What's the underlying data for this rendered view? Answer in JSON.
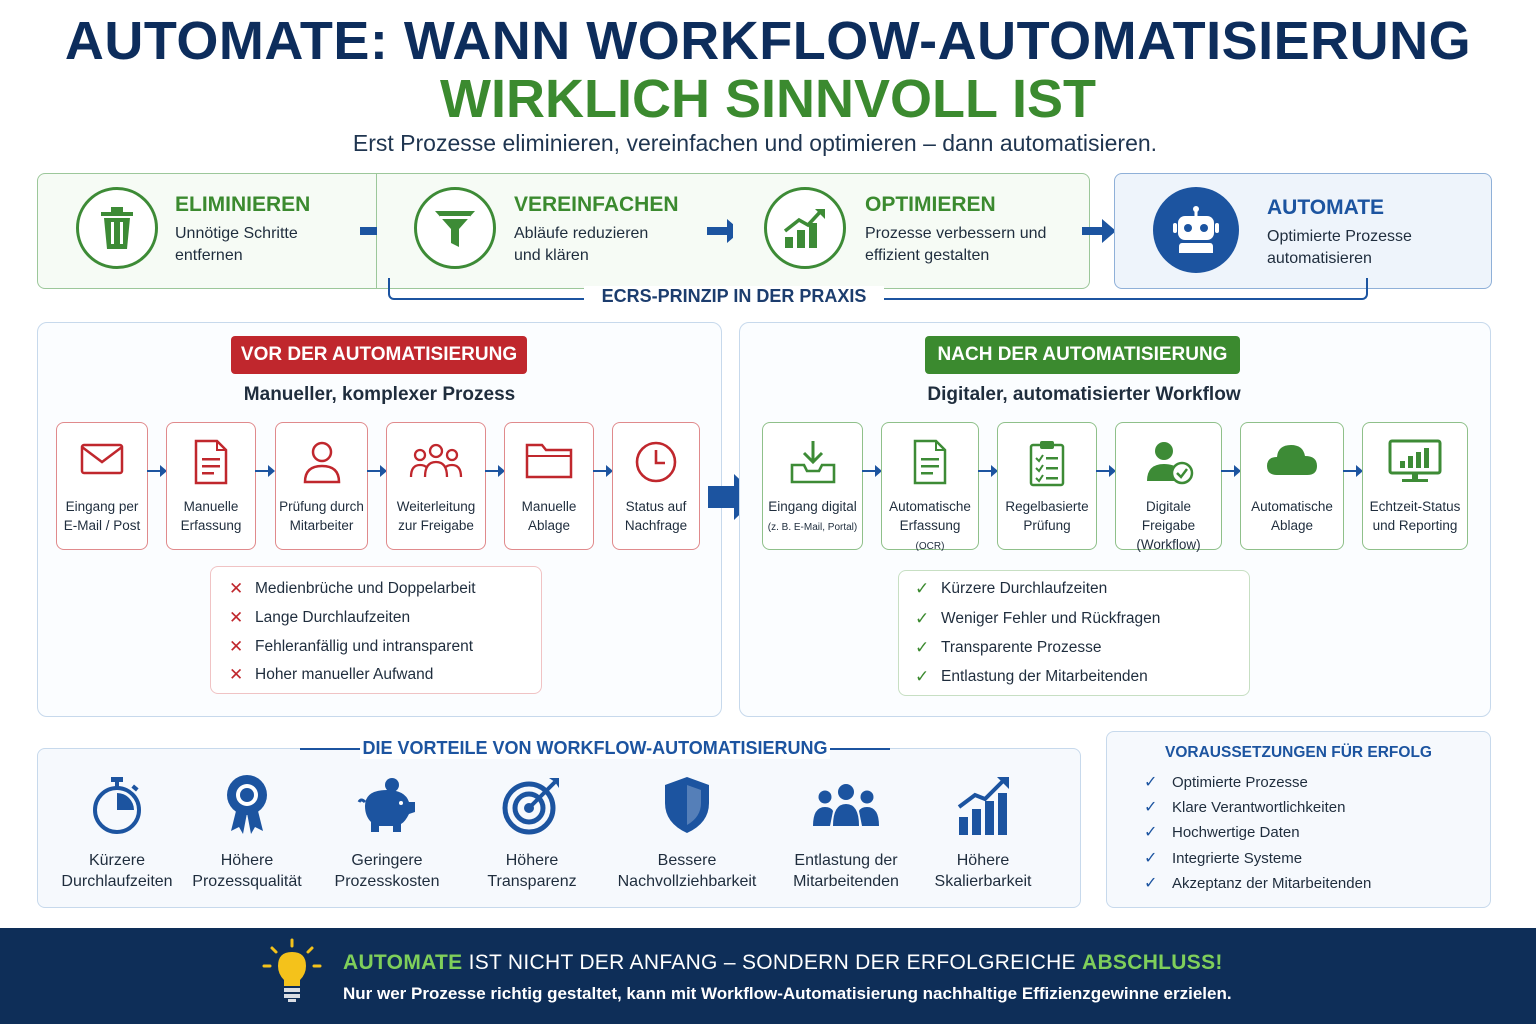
{
  "header": {
    "title_line1": "AUTOMATE: WANN WORKFLOW-AUTOMATISIERUNG",
    "title_line2": "WIRKLICH SINNVOLL IST",
    "subtitle": "Erst Prozesse eliminieren, vereinfachen und optimieren – dann automatisieren."
  },
  "ecrs": {
    "label": "ECRS-PRINZIP IN DER PRAXIS",
    "steps": [
      {
        "title": "ELIMINIEREN",
        "desc": "Unnötige Schritte entfernen",
        "icon": "trash-icon"
      },
      {
        "title": "VEREINFACHEN",
        "desc": "Abläufe reduzieren und klären",
        "icon": "funnel-icon"
      },
      {
        "title": "OPTIMIEREN",
        "desc": "Prozesse verbessern und effizient gestalten",
        "icon": "growth-chart-icon"
      },
      {
        "title": "AUTOMATE",
        "desc": "Optimierte Prozesse automatisieren",
        "icon": "robot-icon"
      }
    ]
  },
  "before": {
    "tag": "VOR DER AUTOMATISIERUNG",
    "subtitle": "Manueller, komplexer Prozess",
    "steps": [
      {
        "label": "Eingang per E-Mail / Post",
        "icon": "mail-icon"
      },
      {
        "label": "Manuelle Erfassung",
        "icon": "document-icon"
      },
      {
        "label": "Prüfung durch Mitarbeiter",
        "icon": "user-icon"
      },
      {
        "label": "Weiterleitung zur Freigabe",
        "icon": "group-icon"
      },
      {
        "label": "Manuelle Ablage",
        "icon": "folder-icon"
      },
      {
        "label": "Status auf Nachfrage",
        "icon": "clock-icon"
      }
    ],
    "issues": [
      "Medienbrüche und Doppelarbeit",
      "Lange Durchlaufzeiten",
      "Fehleranfällig und intransparent",
      "Hoher manueller Aufwand"
    ]
  },
  "after": {
    "tag": "NACH DER AUTOMATISIERUNG",
    "subtitle": "Digitaler, automatisierter Workflow",
    "steps": [
      {
        "label": "Eingang digital",
        "note": "(z. B. E-Mail, Portal)",
        "icon": "inbox-icon"
      },
      {
        "label": "Automatische Erfassung",
        "note": "(OCR)",
        "icon": "document-icon"
      },
      {
        "label": "Regelbasierte Prüfung",
        "note": "",
        "icon": "checklist-icon"
      },
      {
        "label": "Digitale Freigabe (Workflow)",
        "note": "",
        "icon": "user-check-icon"
      },
      {
        "label": "Automatische Ablage",
        "note": "",
        "icon": "cloud-icon"
      },
      {
        "label": "Echtzeit-Status und Reporting",
        "note": "",
        "icon": "monitor-chart-icon"
      }
    ],
    "benefits": [
      "Kürzere Durchlaufzeiten",
      "Weniger Fehler und Rückfragen",
      "Transparente Prozesse",
      "Entlastung der Mitarbeitenden"
    ]
  },
  "advantages": {
    "title": "DIE VORTEILE VON WORKFLOW-AUTOMATISIERUNG",
    "items": [
      {
        "line1": "Kürzere",
        "line2": "Durchlaufzeiten",
        "icon": "stopwatch-icon"
      },
      {
        "line1": "Höhere",
        "line2": "Prozessqualität",
        "icon": "award-icon"
      },
      {
        "line1": "Geringere",
        "line2": "Prozesskosten",
        "icon": "piggy-bank-icon"
      },
      {
        "line1": "Höhere",
        "line2": "Transparenz",
        "icon": "target-icon"
      },
      {
        "line1": "Bessere",
        "line2": "Nachvollziehbarkeit",
        "icon": "shield-icon"
      },
      {
        "line1": "Entlastung der",
        "line2": "Mitarbeitenden",
        "icon": "team-icon"
      },
      {
        "line1": "Höhere",
        "line2": "Skalierbarkeit",
        "icon": "bar-growth-icon"
      }
    ]
  },
  "requirements": {
    "title": "VORAUSSETZUNGEN FÜR ERFOLG",
    "items": [
      "Optimierte Prozesse",
      "Klare Verantwortlichkeiten",
      "Hochwertige Daten",
      "Integrierte Systeme",
      "Akzeptanz der Mitarbeitenden"
    ]
  },
  "footer": {
    "w1": "AUTOMATE",
    "w2": "IST NICHT DER ANFANG – SONDERN DER ERFOLGREICHE",
    "w3": "ABSCHLUSS!",
    "line2": "Nur wer Prozesse richtig gestaltet, kann mit Workflow-Automatisierung nachhaltige Effizienzgewinne erzielen.",
    "icon": "lightbulb-icon"
  },
  "colors": {
    "navy": "#0d2d5c",
    "blue": "#1c54a0",
    "green": "#3b8a2f",
    "red": "#c0272d",
    "footer_bg": "#0e2e58"
  }
}
